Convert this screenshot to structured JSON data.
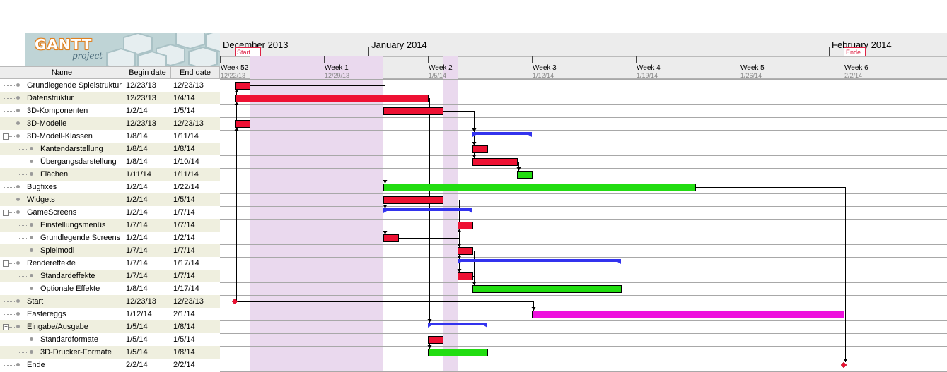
{
  "logo": {
    "brand": "GANTT",
    "sub": "project"
  },
  "columns": {
    "name": "Name",
    "begin": "Begin date",
    "end": "End date"
  },
  "tasks": [
    {
      "name": "Grundlegende Spielstruktur",
      "begin": "12/23/13",
      "end": "12/23/13",
      "level": 0,
      "group": false
    },
    {
      "name": "Datenstruktur",
      "begin": "12/23/13",
      "end": "1/4/14",
      "level": 0,
      "group": false
    },
    {
      "name": "3D-Komponenten",
      "begin": "1/2/14",
      "end": "1/5/14",
      "level": 0,
      "group": false
    },
    {
      "name": "3D-Modelle",
      "begin": "12/23/13",
      "end": "12/23/13",
      "level": 0,
      "group": false
    },
    {
      "name": "3D-Modell-Klassen",
      "begin": "1/8/14",
      "end": "1/11/14",
      "level": 0,
      "group": true
    },
    {
      "name": "Kantendarstellung",
      "begin": "1/8/14",
      "end": "1/8/14",
      "level": 1,
      "group": false
    },
    {
      "name": "Übergangsdarstellung",
      "begin": "1/8/14",
      "end": "1/10/14",
      "level": 1,
      "group": false
    },
    {
      "name": "Flächen",
      "begin": "1/11/14",
      "end": "1/11/14",
      "level": 1,
      "group": false
    },
    {
      "name": "Bugfixes",
      "begin": "1/2/14",
      "end": "1/22/14",
      "level": 0,
      "group": false
    },
    {
      "name": "Widgets",
      "begin": "1/2/14",
      "end": "1/5/14",
      "level": 0,
      "group": false
    },
    {
      "name": "GameScreens",
      "begin": "1/2/14",
      "end": "1/7/14",
      "level": 0,
      "group": true
    },
    {
      "name": "Einstellungsmenüs",
      "begin": "1/7/14",
      "end": "1/7/14",
      "level": 1,
      "group": false
    },
    {
      "name": "Grundlegende Screens",
      "begin": "1/2/14",
      "end": "1/2/14",
      "level": 1,
      "group": false
    },
    {
      "name": "Spielmodi",
      "begin": "1/7/14",
      "end": "1/7/14",
      "level": 1,
      "group": false
    },
    {
      "name": "Rendereffekte",
      "begin": "1/7/14",
      "end": "1/17/14",
      "level": 0,
      "group": true
    },
    {
      "name": "Standardeffekte",
      "begin": "1/7/14",
      "end": "1/7/14",
      "level": 1,
      "group": false
    },
    {
      "name": "Optionale Effekte",
      "begin": "1/8/14",
      "end": "1/17/14",
      "level": 1,
      "group": false
    },
    {
      "name": "Start",
      "begin": "12/23/13",
      "end": "12/23/13",
      "level": 0,
      "group": false
    },
    {
      "name": "Eastereggs",
      "begin": "1/12/14",
      "end": "2/1/14",
      "level": 0,
      "group": false
    },
    {
      "name": "Eingabe/Ausgabe",
      "begin": "1/5/14",
      "end": "1/8/14",
      "level": 0,
      "group": true
    },
    {
      "name": "Standardformate",
      "begin": "1/5/14",
      "end": "1/5/14",
      "level": 1,
      "group": false
    },
    {
      "name": "3D-Drucker-Formate",
      "begin": "1/5/14",
      "end": "1/8/14",
      "level": 1,
      "group": false
    },
    {
      "name": "Ende",
      "begin": "2/2/14",
      "end": "2/2/14",
      "level": 0,
      "group": false
    }
  ],
  "timeline": {
    "months": [
      {
        "label": "December 2013",
        "day": 0
      },
      {
        "label": "January 2014",
        "day": 10
      },
      {
        "label": "February 2014",
        "day": 41
      }
    ],
    "weeks": [
      {
        "label": "Week 52",
        "date": "12/22/13",
        "day": 0
      },
      {
        "label": "Week 1",
        "date": "12/29/13",
        "day": 7
      },
      {
        "label": "Week 2",
        "date": "1/5/14",
        "day": 14
      },
      {
        "label": "Week 3",
        "date": "1/12/14",
        "day": 21
      },
      {
        "label": "Week 4",
        "date": "1/19/14",
        "day": 28
      },
      {
        "label": "Week 5",
        "date": "1/26/14",
        "day": 35
      },
      {
        "label": "Week 6",
        "date": "2/2/14",
        "day": 42
      }
    ],
    "holidays": [
      {
        "from": 2,
        "to": 11
      },
      {
        "from": 15,
        "to": 16
      }
    ],
    "milestone_flags": [
      {
        "label": "Start",
        "day": 1
      },
      {
        "label": "Ende",
        "day": 42
      }
    ]
  },
  "bars": [
    {
      "row": 0,
      "start": 1,
      "end": 2,
      "kind": "task",
      "color": "#ee1133"
    },
    {
      "row": 1,
      "start": 1,
      "end": 14,
      "kind": "task",
      "color": "#ee1133"
    },
    {
      "row": 2,
      "start": 11,
      "end": 15,
      "kind": "task",
      "color": "#ee1133"
    },
    {
      "row": 3,
      "start": 1,
      "end": 2,
      "kind": "task",
      "color": "#ee1133"
    },
    {
      "row": 4,
      "start": 17,
      "end": 21,
      "kind": "summary",
      "color": "#3333ee"
    },
    {
      "row": 5,
      "start": 17,
      "end": 18,
      "kind": "task",
      "color": "#ee1133"
    },
    {
      "row": 6,
      "start": 17,
      "end": 20,
      "kind": "task",
      "color": "#ee1133"
    },
    {
      "row": 7,
      "start": 20,
      "end": 21,
      "kind": "task",
      "color": "#22dd11"
    },
    {
      "row": 8,
      "start": 11,
      "end": 32,
      "kind": "task",
      "color": "#22dd11"
    },
    {
      "row": 9,
      "start": 11,
      "end": 15,
      "kind": "task",
      "color": "#ee1133"
    },
    {
      "row": 10,
      "start": 11,
      "end": 17,
      "kind": "summary",
      "color": "#3333ee"
    },
    {
      "row": 11,
      "start": 16,
      "end": 17,
      "kind": "task",
      "color": "#ee1133"
    },
    {
      "row": 12,
      "start": 11,
      "end": 12,
      "kind": "task",
      "color": "#ee1133"
    },
    {
      "row": 13,
      "start": 16,
      "end": 17,
      "kind": "task",
      "color": "#ee1133"
    },
    {
      "row": 14,
      "start": 16,
      "end": 27,
      "kind": "summary",
      "color": "#3333ee"
    },
    {
      "row": 15,
      "start": 16,
      "end": 17,
      "kind": "task",
      "color": "#ee1133"
    },
    {
      "row": 16,
      "start": 17,
      "end": 27,
      "kind": "task",
      "color": "#22dd11"
    },
    {
      "row": 17,
      "start": 1,
      "end": 1,
      "kind": "milestone",
      "color": "#ee1133"
    },
    {
      "row": 18,
      "start": 21,
      "end": 42,
      "kind": "task",
      "color": "#ee11dd"
    },
    {
      "row": 19,
      "start": 14,
      "end": 18,
      "kind": "summary",
      "color": "#3333ee"
    },
    {
      "row": 20,
      "start": 14,
      "end": 15,
      "kind": "task",
      "color": "#ee1133"
    },
    {
      "row": 21,
      "start": 14,
      "end": 18,
      "kind": "task",
      "color": "#22dd11"
    },
    {
      "row": 22,
      "start": 42,
      "end": 42,
      "kind": "milestone",
      "color": "#ee1133"
    }
  ],
  "dependencies": [
    {
      "from": 17,
      "to": 0
    },
    {
      "from": 17,
      "to": 1
    },
    {
      "from": 17,
      "to": 3
    },
    {
      "from": 0,
      "to": 8
    },
    {
      "from": 1,
      "to": 19
    },
    {
      "from": 2,
      "to": 4
    },
    {
      "from": 3,
      "to": 12
    },
    {
      "from": 5,
      "to": 6
    },
    {
      "from": 6,
      "to": 7
    },
    {
      "from": 8,
      "to": 22
    },
    {
      "from": 9,
      "to": 10
    },
    {
      "from": 12,
      "to": 11
    },
    {
      "from": 11,
      "to": 13
    },
    {
      "from": 11,
      "to": 14
    },
    {
      "from": 13,
      "to": 16
    },
    {
      "from": 15,
      "to": 16
    },
    {
      "from": 17,
      "to": 18
    },
    {
      "from": 20,
      "to": 21
    },
    {
      "from": 2,
      "to": 5
    },
    {
      "from": 9,
      "to": 15
    }
  ]
}
